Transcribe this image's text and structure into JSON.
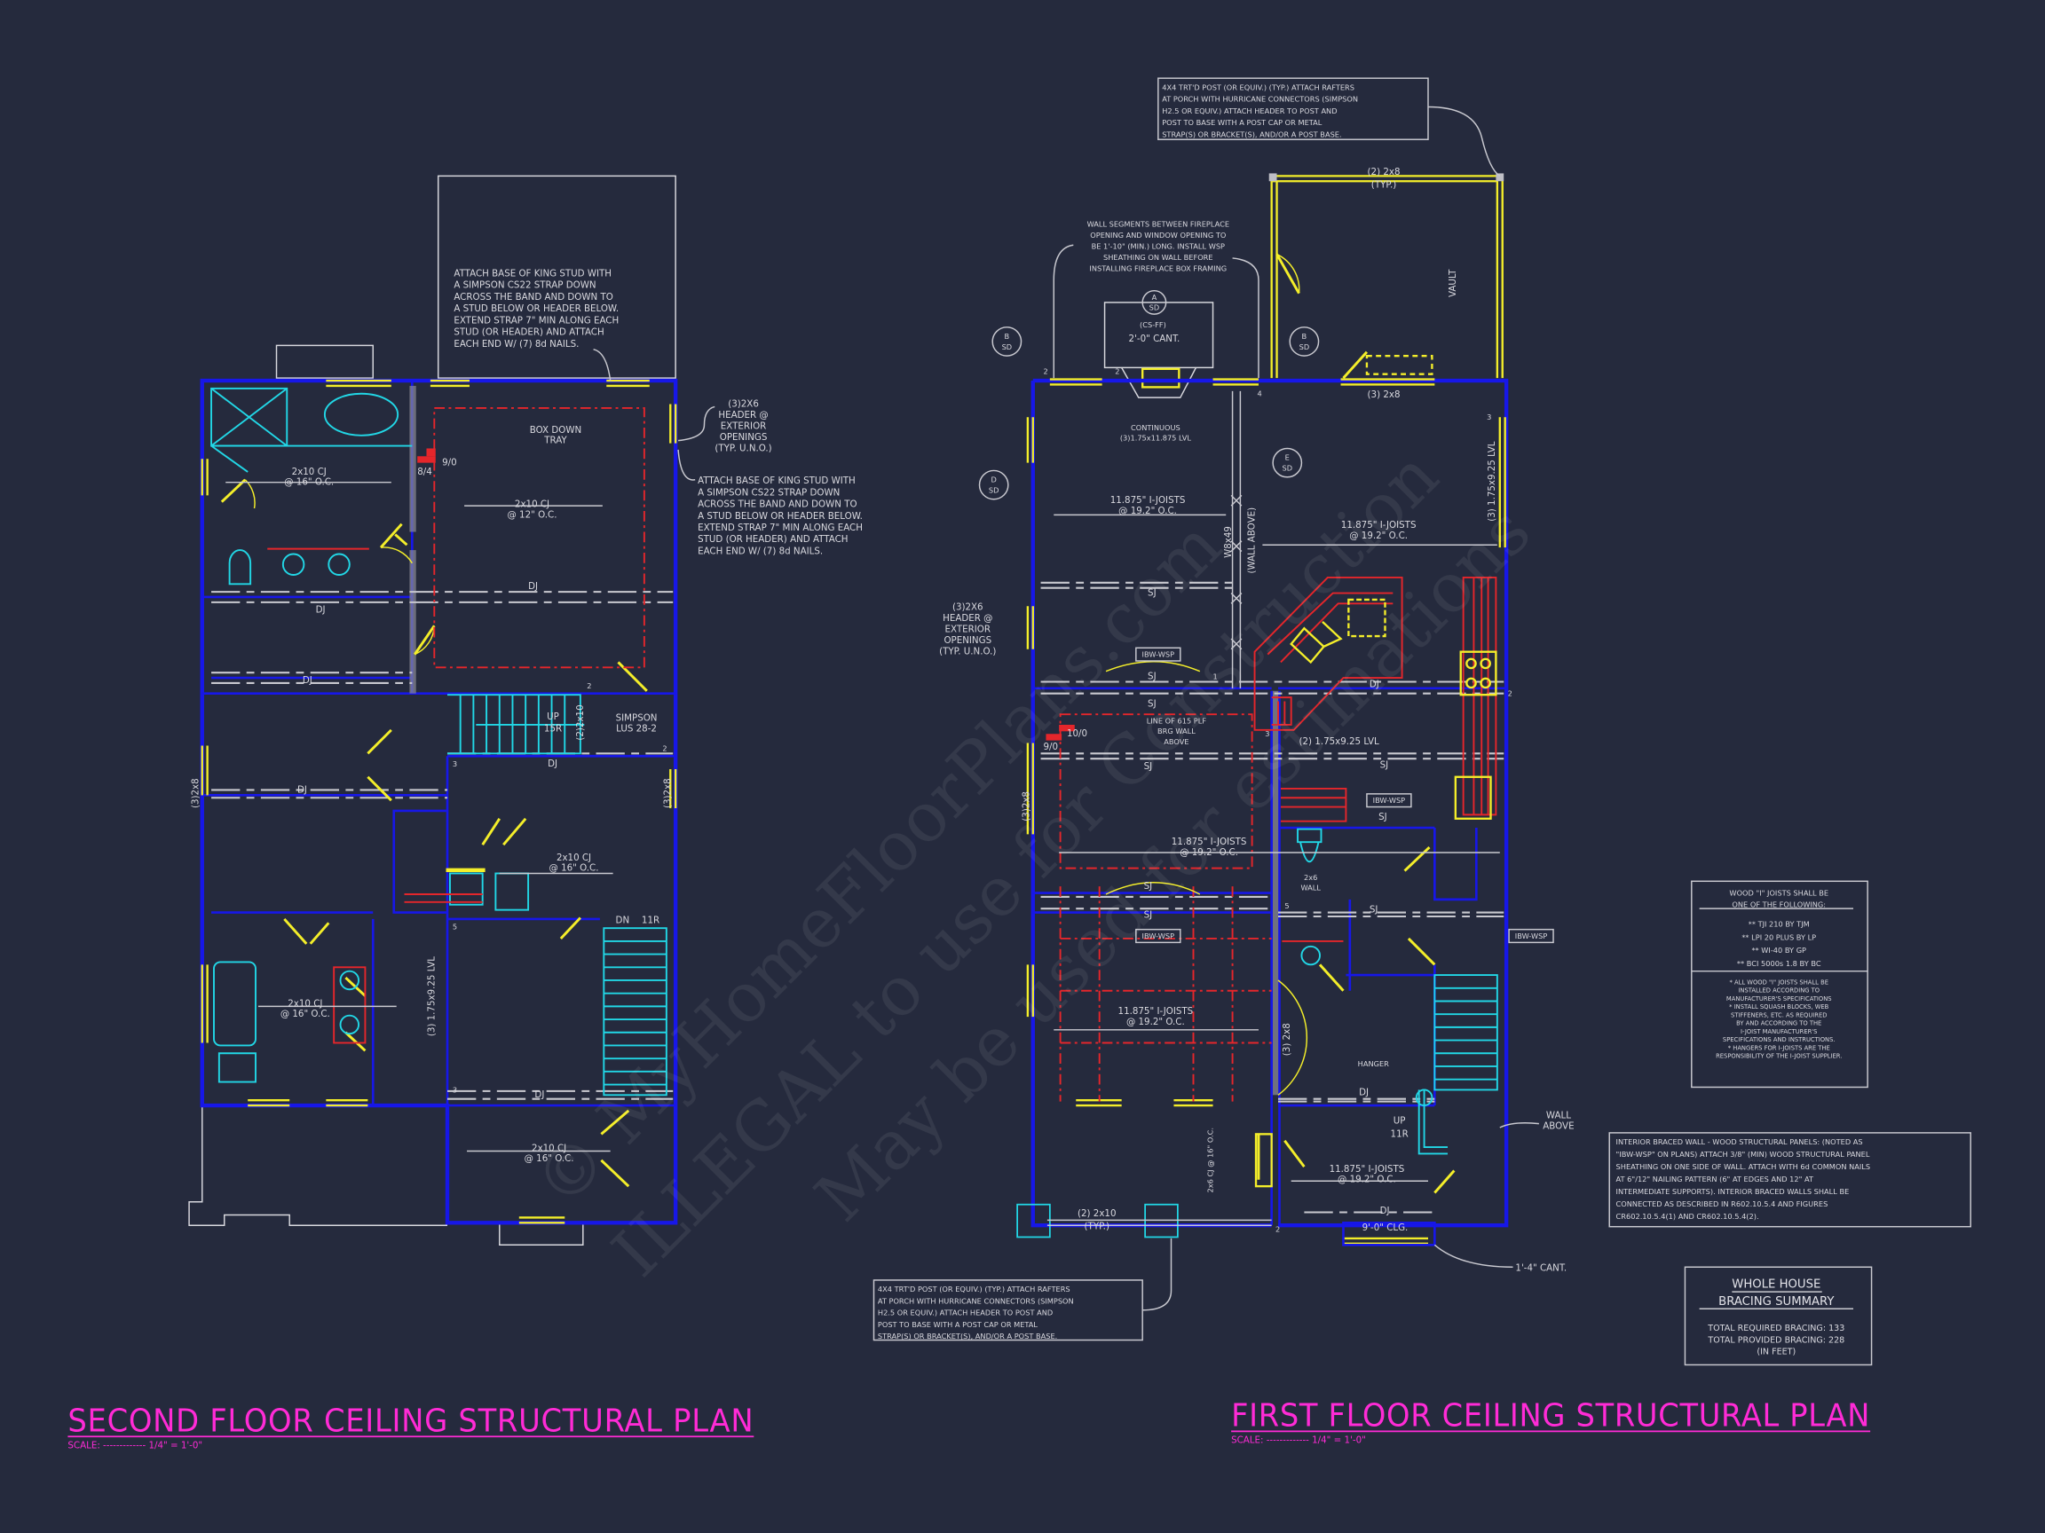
{
  "colors": {
    "background": "#252a3d",
    "walls": "#1717e8",
    "windows_doors": "#f4ee2a",
    "fixtures": "#22d7e6",
    "beams_trays": "#e5262b",
    "titles": "#ff2bd6",
    "annotations": "#d9d9df"
  },
  "watermark": [
    "© MyHomeFloorPlans.com",
    "ILLEGAL to use for Construction",
    "May be used for estimations"
  ],
  "second_floor": {
    "title": "SECOND FLOOR CEILING STRUCTURAL PLAN",
    "scale": "SCALE: ------------- 1/4\" = 1'-0\"",
    "note_king_stud_top": [
      "ATTACH BASE OF KING STUD WITH",
      "A SIMPSON CS22 STRAP DOWN",
      "ACROSS THE BAND AND DOWN TO",
      "A STUD BELOW OR HEADER BELOW.",
      "EXTEND STRAP 7\" MIN ALONG EACH",
      "STUD (OR HEADER) AND ATTACH",
      "EACH END W/ (7) 8d NAILS."
    ],
    "note_king_stud_right": [
      "ATTACH BASE OF KING STUD WITH",
      "A SIMPSON CS22 STRAP DOWN",
      "ACROSS THE BAND AND DOWN TO",
      "A STUD BELOW OR HEADER BELOW.",
      "EXTEND STRAP 7\" MIN ALONG EACH",
      "STUD (OR HEADER) AND ATTACH",
      "EACH END W/ (7) 8d NAILS."
    ],
    "header_note": [
      "(3)2X6",
      "HEADER @",
      "EXTERIOR",
      "OPENINGS",
      "(TYP. U.N.O.)"
    ],
    "box_down_tray": [
      "BOX DOWN",
      "TRAY"
    ],
    "dim_9_0": "9/0",
    "dim_8_4": "8/4",
    "cj_master": [
      "2x10 CJ",
      "@ 12\" O.C."
    ],
    "cj_bath": [
      "2x10 CJ",
      "@ 16\" O.C."
    ],
    "cj_mid": [
      "2x10 CJ",
      "@ 16\" O.C."
    ],
    "cj_lower_bath": [
      "2x10 CJ",
      "@ 16\" O.C."
    ],
    "cj_bottom": [
      "2x10 CJ",
      "@ 16\" O.C."
    ],
    "dj": "DJ",
    "stair_up": [
      "UP",
      "15R"
    ],
    "header_2x10": "(2)2x10",
    "simpson": [
      "SIMPSON",
      "LUS 28-2"
    ],
    "left_2x8": "(3)2x8",
    "right_2x8": "(3)2x8",
    "stair_dn": "DN",
    "stair_11r": "11R",
    "lvl": "(3) 1.75x9.25 LVL",
    "n2": "2",
    "n3": "3",
    "n5": "5"
  },
  "first_floor": {
    "title": "FIRST FLOOR CEILING STRUCTURAL PLAN",
    "scale": "SCALE: ------------- 1/4\" = 1'-0\"",
    "porch_note_top": [
      "4X4 TRT'D POST (OR EQUIV.) (TYP.) ATTACH RAFTERS",
      "AT PORCH WITH HURRICANE CONNECTORS (SIMPSON",
      "H2.5 OR EQUIV.) ATTACH HEADER TO POST AND",
      "POST TO BASE WITH A POST CAP OR METAL",
      "STRAP(S) OR BRACKET(S), AND/OR A POST BASE."
    ],
    "porch_note_bottom": [
      "4X4 TRT'D POST (OR EQUIV.) (TYP.) ATTACH RAFTERS",
      "AT PORCH WITH HURRICANE CONNECTORS (SIMPSON",
      "H2.5 OR EQUIV.) ATTACH HEADER TO POST AND",
      "POST TO BASE WITH A POST CAP OR METAL",
      "STRAP(S) OR BRACKET(S), AND/OR A POST BASE."
    ],
    "porch_2x8": [
      "(2) 2x8",
      "(TYP.)"
    ],
    "vault": "VAULT",
    "fireplace_note": [
      "WALL SEGMENTS BETWEEN FIREPLACE",
      "OPENING AND WINDOW OPENING TO",
      "BE 1'-10\" (MIN.) LONG. INSTALL WSP",
      "SHEATHING ON WALL BEFORE",
      "INSTALLING FIREPLACE BOX FRAMING"
    ],
    "tag_a": [
      "A",
      "SD"
    ],
    "tag_b1": [
      "B",
      "SD"
    ],
    "tag_b2": [
      "B",
      "SD"
    ],
    "tag_d": [
      "D",
      "SD"
    ],
    "tag_e": [
      "E",
      "SD"
    ],
    "cs_ff": "(CS-FF)",
    "cant_2_0": "2'-0\" CANT.",
    "top_2x8": "(3) 2x8",
    "continuous_lvl": [
      "CONTINUOUS",
      "(3)1.75x11.875 LVL"
    ],
    "ij_living": [
      "11.875\" I-JOISTS",
      "@ 19.2\" O.C."
    ],
    "ij_kitchen": [
      "11.875\" I-JOISTS",
      "@ 19.2\" O.C."
    ],
    "ij_dining": [
      "11.875\" I-JOISTS",
      "@ 19.2\" O.C."
    ],
    "ij_lower": [
      "11.875\" I-JOISTS",
      "@ 19.2\" O.C."
    ],
    "ij_entry": [
      "11.875\" I-JOISTS",
      "@ 19.2\" O.C."
    ],
    "right_lvl": "(3) 1.75x9.25 LVL",
    "w8x49": "W8x49",
    "wall_above": "(WALL ABOVE)",
    "header_note": [
      "(3)2X6",
      "HEADER @",
      "EXTERIOR",
      "OPENINGS",
      "(TYP. U.N.O.)"
    ],
    "ibw_wsp": "IBW-WSP",
    "sj": "SJ",
    "dj": "DJ",
    "brg_wall": [
      "LINE OF 615 PLF",
      "BRG WALL",
      "ABOVE"
    ],
    "dim_10_0": "10/0",
    "dim_9_0": "9/0",
    "lvl_2": "(2) 1.75x9.25 LVL",
    "left_2x8": "(3)2x8",
    "wall_2x6": [
      "2x6",
      "WALL"
    ],
    "mid_2x8": "(3) 2x8",
    "hanger": "HANGER",
    "stair_up": [
      "UP",
      "11R"
    ],
    "wall_above_label": [
      "WALL",
      "ABOVE"
    ],
    "cj_porch": "2x6 CJ @ 16\" O.C.",
    "clg": "9'-0\" CLG.",
    "porch_2x10": [
      "(2) 2x10",
      "(TYP.)"
    ],
    "cant_1_4": "1'-4\" CANT.",
    "n1": "1",
    "n2": "2",
    "n3": "3",
    "n4": "4",
    "n5": "5"
  },
  "ijoist_note": {
    "heading": [
      "WOOD \"I\" JOISTS SHALL BE",
      "ONE OF THE FOLLOWING:"
    ],
    "options": [
      "** TJI 210 BY TJM",
      "** LPI 20 PLUS BY LP",
      "** WI-40 BY GP",
      "** BCI 5000s 1.8 BY BC"
    ],
    "notes": [
      "* ALL WOOD \"I\" JOISTS SHALL BE",
      "INSTALLED ACCORDING TO",
      "MANUFACTURER'S SPECIFICATIONS",
      "",
      "* INSTALL SQUASH BLOCKS, WEB",
      "STIFFENERS, ETC. AS REQUIRED",
      "BY AND ACCORDING TO THE",
      "I-JOIST MANUFACTURER'S",
      "SPECIFICATIONS AND INSTRUCTIONS.",
      "",
      "* HANGERS FOR I-JOISTS ARE THE",
      "RESPONSIBILITY OF THE I-JOIST SUPPLIER."
    ]
  },
  "braced_wall_note": [
    "INTERIOR BRACED WALL - WOOD STRUCTURAL PANELS: (NOTED AS",
    "\"IBW-WSP\" ON PLANS) ATTACH 3/8\" (MIN) WOOD STRUCTURAL PANEL",
    "SHEATHING ON ONE SIDE OF WALL. ATTACH WITH 6d COMMON NAILS",
    "AT 6\"/12\" NAILING PATTERN (6\" AT EDGES AND 12\" AT",
    "INTERMEDIATE SUPPORTS).  INTERIOR BRACED WALLS SHALL BE",
    "CONNECTED AS DESCRIBED IN R602.10.5.4 AND FIGURES",
    "CR602.10.5.4(1) AND CR602.10.5.4(2)."
  ],
  "bracing_summary": {
    "heading": [
      "WHOLE HOUSE",
      "BRACING SUMMARY"
    ],
    "required": "TOTAL REQUIRED BRACING: 133",
    "provided": "TOTAL PROVIDED BRACING: 228",
    "unit": "(IN FEET)"
  }
}
